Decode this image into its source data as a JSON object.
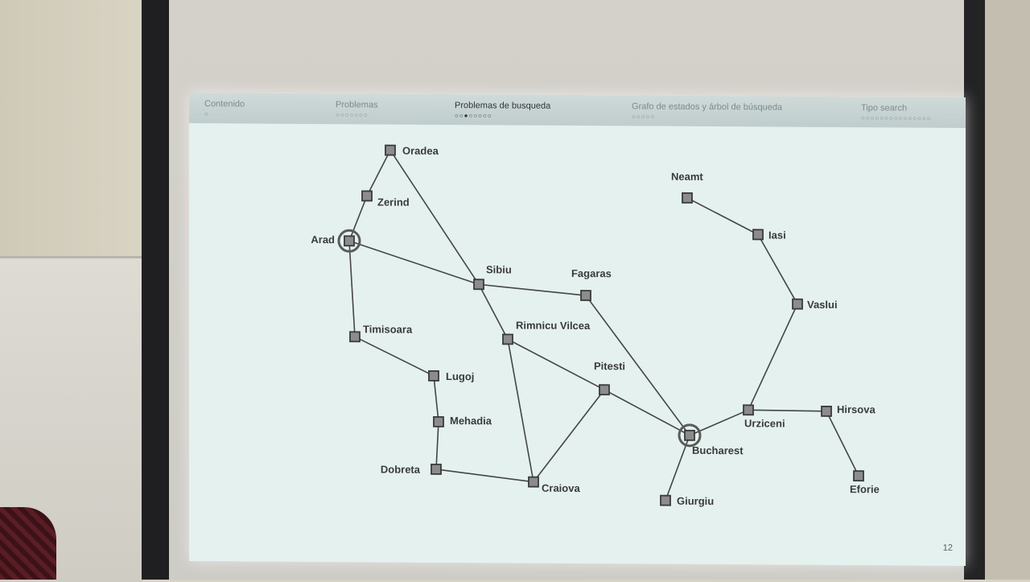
{
  "nav": [
    {
      "label": "Contenido",
      "dots": "○",
      "active": false
    },
    {
      "label": "Problemas",
      "dots": "○○○○○○○",
      "active": false
    },
    {
      "label": "Problemas de busqueda",
      "dots": "○○●○○○○○",
      "active": true
    },
    {
      "label": "Grafo de estados y árbol de búsqueda",
      "dots": "○○○○○",
      "active": false
    },
    {
      "label": "Tipo search",
      "dots": "○○○○○○○○○○○○○○○",
      "active": false
    }
  ],
  "page_number": "12",
  "colors": {
    "edge": "#454545",
    "node_fill": "#8c8c8c",
    "node_stroke": "#3a3a3a",
    "highlight": "#5a5a5a"
  },
  "cities": [
    {
      "id": "oradea",
      "name": "Oradea"
    },
    {
      "id": "zerind",
      "name": "Zerind"
    },
    {
      "id": "arad",
      "name": "Arad",
      "highlight": true
    },
    {
      "id": "sibiu",
      "name": "Sibiu"
    },
    {
      "id": "fagaras",
      "name": "Fagaras"
    },
    {
      "id": "timisoara",
      "name": "Timisoara"
    },
    {
      "id": "lugoj",
      "name": "Lugoj"
    },
    {
      "id": "mehadia",
      "name": "Mehadia"
    },
    {
      "id": "dobreta",
      "name": "Dobreta"
    },
    {
      "id": "craiova",
      "name": "Craiova"
    },
    {
      "id": "rimnicu",
      "name": "Rimnicu Vilcea"
    },
    {
      "id": "pitesti",
      "name": "Pitesti"
    },
    {
      "id": "bucharest",
      "name": "Bucharest",
      "highlight": true
    },
    {
      "id": "giurgiu",
      "name": "Giurgiu"
    },
    {
      "id": "urziceni",
      "name": "Urziceni"
    },
    {
      "id": "hirsova",
      "name": "Hirsova"
    },
    {
      "id": "eforie",
      "name": "Eforie"
    },
    {
      "id": "vaslui",
      "name": "Vaslui"
    },
    {
      "id": "iasi",
      "name": "Iasi"
    },
    {
      "id": "neamt",
      "name": "Neamt"
    }
  ],
  "roads": [
    [
      "oradea",
      "zerind"
    ],
    [
      "oradea",
      "sibiu"
    ],
    [
      "zerind",
      "arad"
    ],
    [
      "arad",
      "sibiu"
    ],
    [
      "arad",
      "timisoara"
    ],
    [
      "timisoara",
      "lugoj"
    ],
    [
      "lugoj",
      "mehadia"
    ],
    [
      "mehadia",
      "dobreta"
    ],
    [
      "dobreta",
      "craiova"
    ],
    [
      "sibiu",
      "fagaras"
    ],
    [
      "sibiu",
      "rimnicu"
    ],
    [
      "rimnicu",
      "craiova"
    ],
    [
      "rimnicu",
      "pitesti"
    ],
    [
      "craiova",
      "pitesti"
    ],
    [
      "pitesti",
      "bucharest"
    ],
    [
      "fagaras",
      "bucharest"
    ],
    [
      "bucharest",
      "giurgiu"
    ],
    [
      "bucharest",
      "urziceni"
    ],
    [
      "urziceni",
      "hirsova"
    ],
    [
      "hirsova",
      "eforie"
    ],
    [
      "urziceni",
      "vaslui"
    ],
    [
      "vaslui",
      "iasi"
    ],
    [
      "iasi",
      "neamt"
    ]
  ]
}
